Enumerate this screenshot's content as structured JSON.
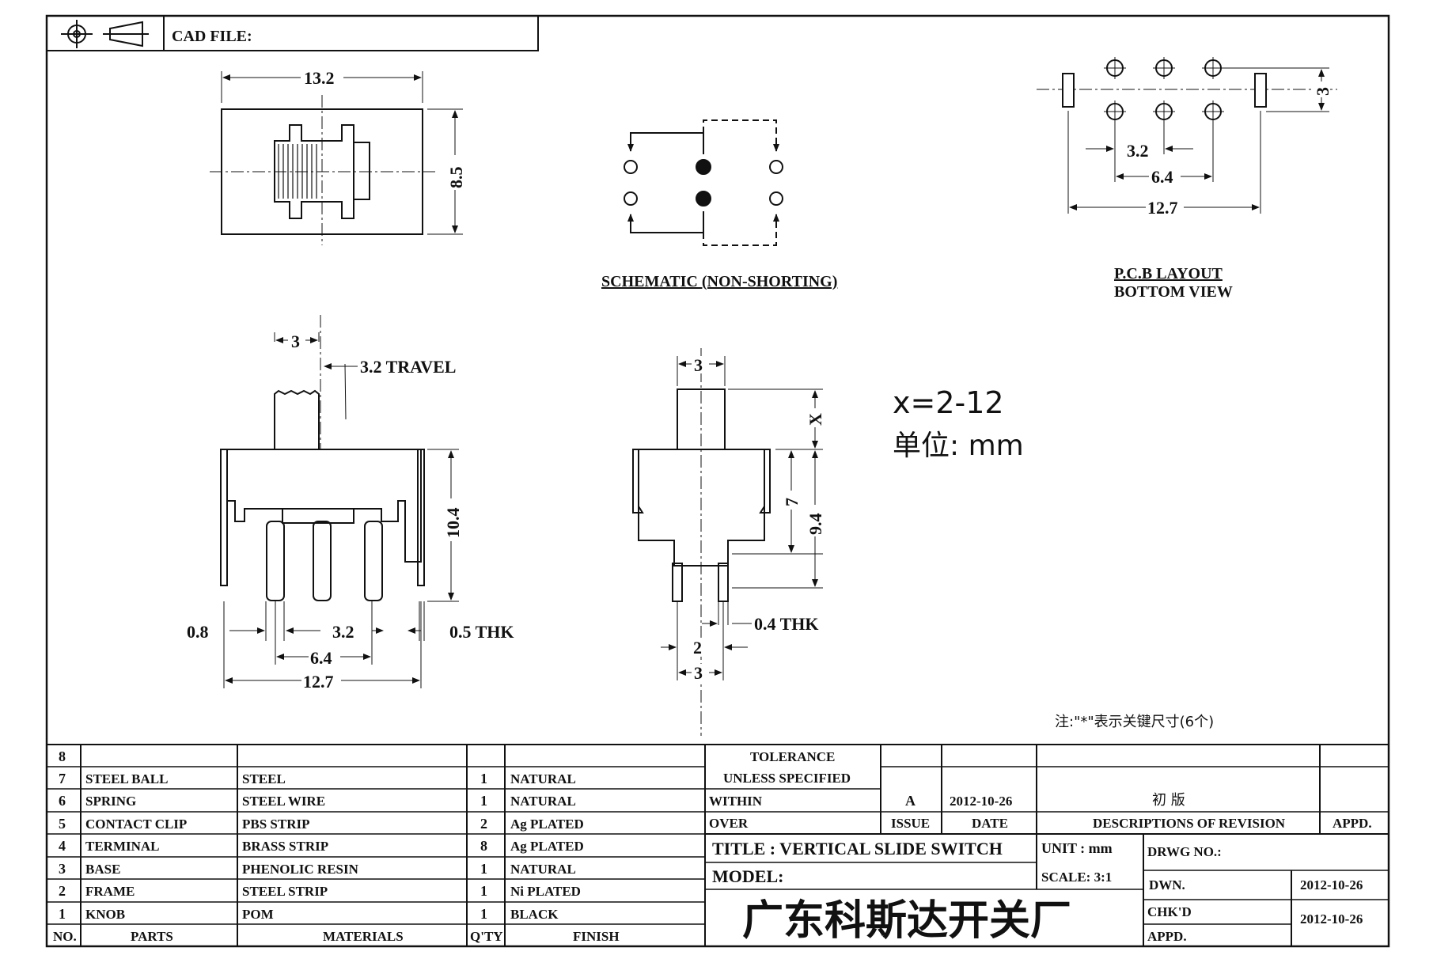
{
  "header": {
    "cad_file_label": "CAD FILE:"
  },
  "top_view": {
    "width_dim": "13.2",
    "height_dim": "8.5"
  },
  "schematic": {
    "caption": "SCHEMATIC (NON-SHORTING)"
  },
  "pcb": {
    "caption_line1": "P.C.B LAYOUT",
    "caption_line2": "BOTTOM VIEW",
    "dim_pad_spacing": "3.2",
    "dim_outer_pins": "6.4",
    "dim_lug_span": "12.7",
    "dim_row_gap": "3"
  },
  "front_view": {
    "dim_knob": "3",
    "travel": "3.2 TRAVEL",
    "dim_height": "10.4",
    "dim_pin_width": "0.8",
    "dim_pitch": "3.2",
    "dim_thk": "0.5 THK",
    "dim_outer": "6.4",
    "dim_span": "12.7"
  },
  "side_view": {
    "dim_knob": "3",
    "dim_x": "X",
    "dim_7": "7",
    "dim_94": "9.4",
    "dim_thk": "0.4 THK",
    "dim_2": "2",
    "dim_3b": "3"
  },
  "notes": {
    "x_range": "x=2-12",
    "unit": "单位: mm",
    "key_note": "注:\"*\"表示关键尺寸(6个)"
  },
  "bom": {
    "rows": [
      {
        "no": "8",
        "part": "",
        "material": "",
        "qty": "",
        "finish": ""
      },
      {
        "no": "7",
        "part": "STEEL BALL",
        "material": "STEEL",
        "qty": "1",
        "finish": "NATURAL"
      },
      {
        "no": "6",
        "part": "SPRING",
        "material": "STEEL WIRE",
        "qty": "1",
        "finish": "NATURAL"
      },
      {
        "no": "5",
        "part": "CONTACT CLIP",
        "material": "PBS STRIP",
        "qty": "2",
        "finish": "Ag PLATED"
      },
      {
        "no": "4",
        "part": "TERMINAL",
        "material": "BRASS STRIP",
        "qty": "8",
        "finish": "Ag PLATED"
      },
      {
        "no": "3",
        "part": "BASE",
        "material": "PHENOLIC RESIN",
        "qty": "1",
        "finish": "NATURAL"
      },
      {
        "no": "2",
        "part": "FRAME",
        "material": "STEEL STRIP",
        "qty": "1",
        "finish": "Ni PLATED"
      },
      {
        "no": "1",
        "part": "KNOB",
        "material": "POM",
        "qty": "1",
        "finish": "BLACK"
      }
    ],
    "header": {
      "no": "NO.",
      "part": "PARTS",
      "material": "MATERIALS",
      "qty": "Q'TY",
      "finish": "FINISH"
    }
  },
  "title_block": {
    "tolerance": "TOLERANCE",
    "unless": "UNLESS  SPECIFIED",
    "within": "WITHIN",
    "over": "OVER",
    "issue_value": "A",
    "date_value": "2012-10-26",
    "revision_value": "初 版",
    "issue_label": "ISSUE",
    "date_label": "DATE",
    "desc_label": "DESCRIPTIONS OF REVISION",
    "appd_label": "APPD.",
    "title": "TITLE :  VERTICAL SLIDE SWITCH",
    "unit": "UNIT :  mm",
    "drwg_no": "DRWG NO.:",
    "model": "MODEL:",
    "scale": "SCALE:  3:1",
    "dwn_label": "DWN.",
    "dwn_date": "2012-10-26",
    "company": "广东科斯达开关厂",
    "chkd_label": "CHK'D",
    "chkd_date": "2012-10-26",
    "appd2_label": "APPD."
  }
}
